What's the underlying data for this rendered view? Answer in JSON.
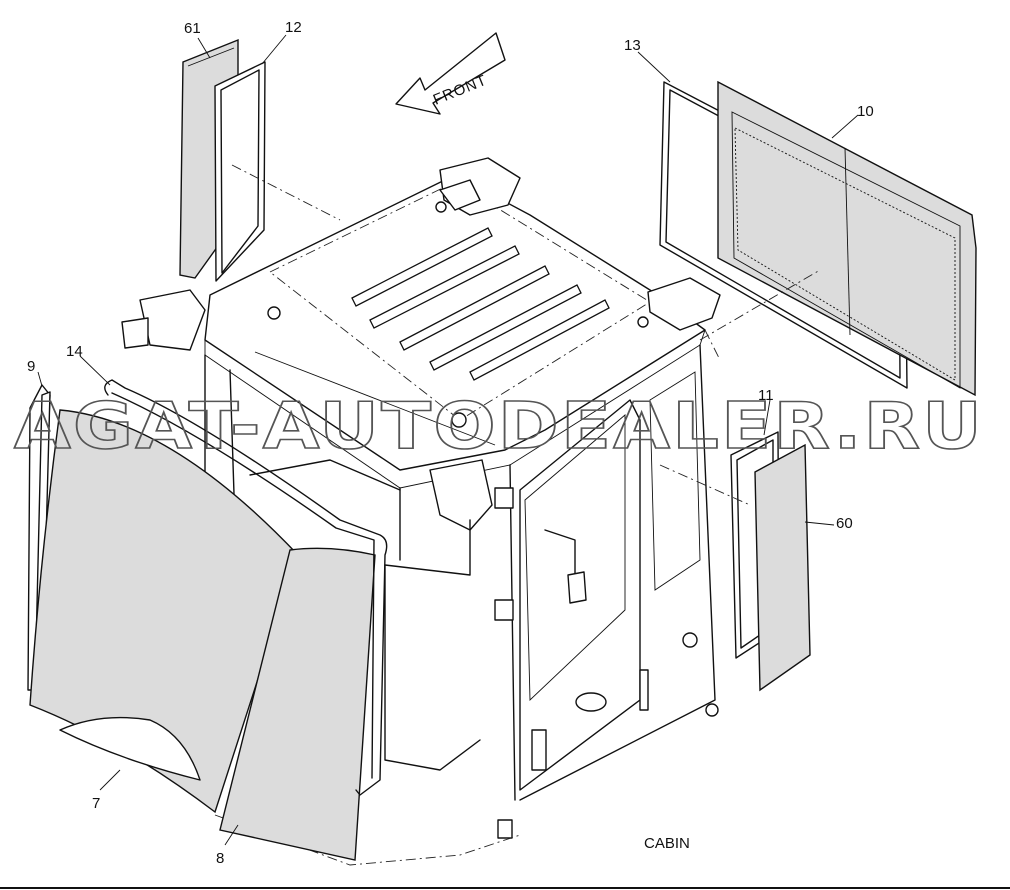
{
  "diagram": {
    "caption": "CABIN",
    "direction_label": "FRONT",
    "watermark": "AGAT-AUTODEALER.RU",
    "callouts": {
      "c61": "61",
      "c12": "12",
      "c13": "13",
      "c10": "10",
      "c9": "9",
      "c14": "14",
      "c11": "11",
      "c60": "60",
      "c7": "7",
      "c8": "8"
    }
  }
}
